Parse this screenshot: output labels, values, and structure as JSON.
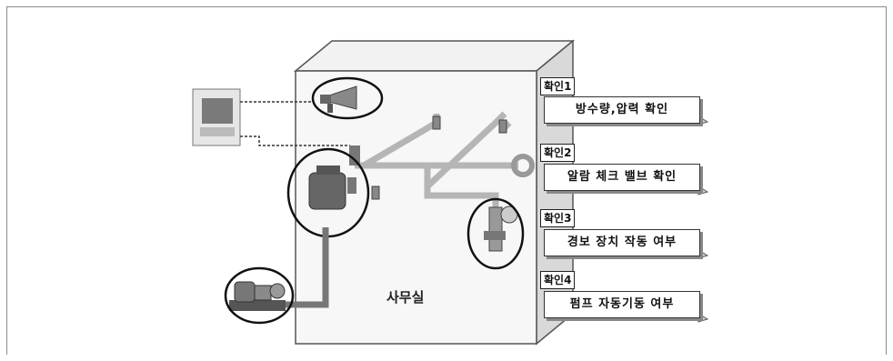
{
  "diagram": {
    "room_label": "사무실",
    "checks": [
      {
        "tag": "확인1",
        "text": "방수량,압력 확인"
      },
      {
        "tag": "확인2",
        "text": "알람 체크 밸브 확인"
      },
      {
        "tag": "확인3",
        "text": "경보 장치 작동 여부"
      },
      {
        "tag": "확인4",
        "text": "펌프 자동기동 여부"
      }
    ]
  }
}
